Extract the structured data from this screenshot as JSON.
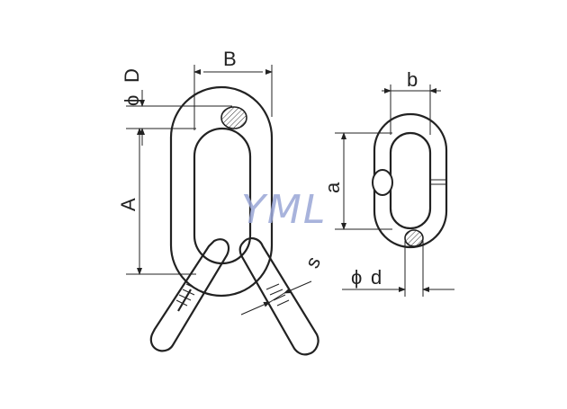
{
  "labels": {
    "B": "B",
    "D": "D",
    "A": "A",
    "s": "s",
    "b": "b",
    "a": "a",
    "d": "d",
    "diameter_symbol": "ϕ"
  },
  "watermark": "YML",
  "colors": {
    "line": "#222222",
    "watermark": "#9aa6d6"
  }
}
